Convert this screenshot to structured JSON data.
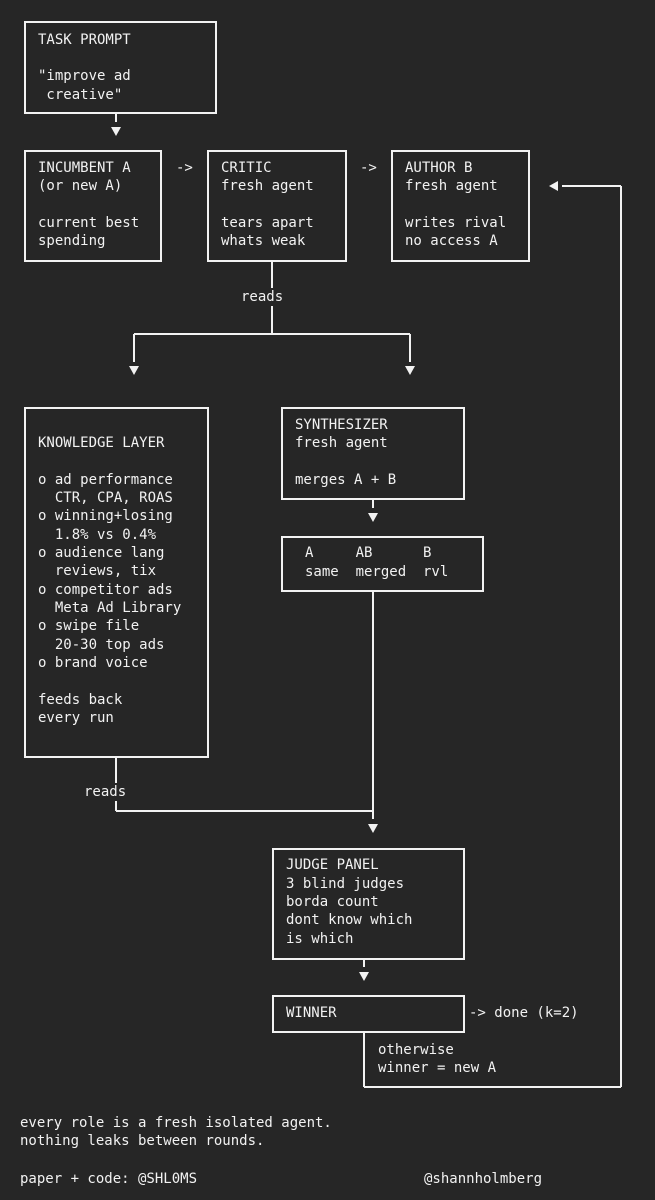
{
  "nodes": {
    "task_prompt": [
      "TASK PROMPT",
      "",
      "\"improve ad",
      " creative\""
    ],
    "incumbent_a": [
      "INCUMBENT A",
      "(or new A)",
      "",
      "current best",
      "spending"
    ],
    "critic": [
      "CRITIC",
      "fresh agent",
      "",
      "tears apart",
      "whats weak"
    ],
    "author_b": [
      "AUTHOR B",
      "fresh agent",
      "",
      "writes rival",
      "no access A"
    ],
    "knowledge_layer": [
      "KNOWLEDGE LAYER",
      "",
      "o ad performance",
      "  CTR, CPA, ROAS",
      "o winning+losing",
      "  1.8% vs 0.4%",
      "o audience lang",
      "  reviews, tix",
      "o competitor ads",
      "  Meta Ad Library",
      "o swipe file",
      "  20-30 top ads",
      "o brand voice",
      "",
      "feeds back",
      "every run"
    ],
    "synthesizer": [
      "SYNTHESIZER",
      "fresh agent",
      "",
      "merges A + B"
    ],
    "variants": [
      "A     AB      B",
      "same  merged  rvl"
    ],
    "judge_panel": [
      "JUDGE PANEL",
      "3 blind judges",
      "borda count",
      "dont know which",
      "is which"
    ],
    "winner": [
      "WINNER"
    ]
  },
  "labels": {
    "arrow_incumbent_critic": "->",
    "arrow_critic_author": "->",
    "reads_critic": "reads",
    "reads_knowledge": "reads",
    "done": "-> done (k=2)",
    "otherwise_1": "otherwise",
    "otherwise_2": "winner = new A"
  },
  "footer": {
    "line1": "every role is a fresh isolated agent.",
    "line2": "nothing leaks between rounds.",
    "paper": "paper + code: @SHL0MS",
    "handle": "@shannholmberg"
  }
}
